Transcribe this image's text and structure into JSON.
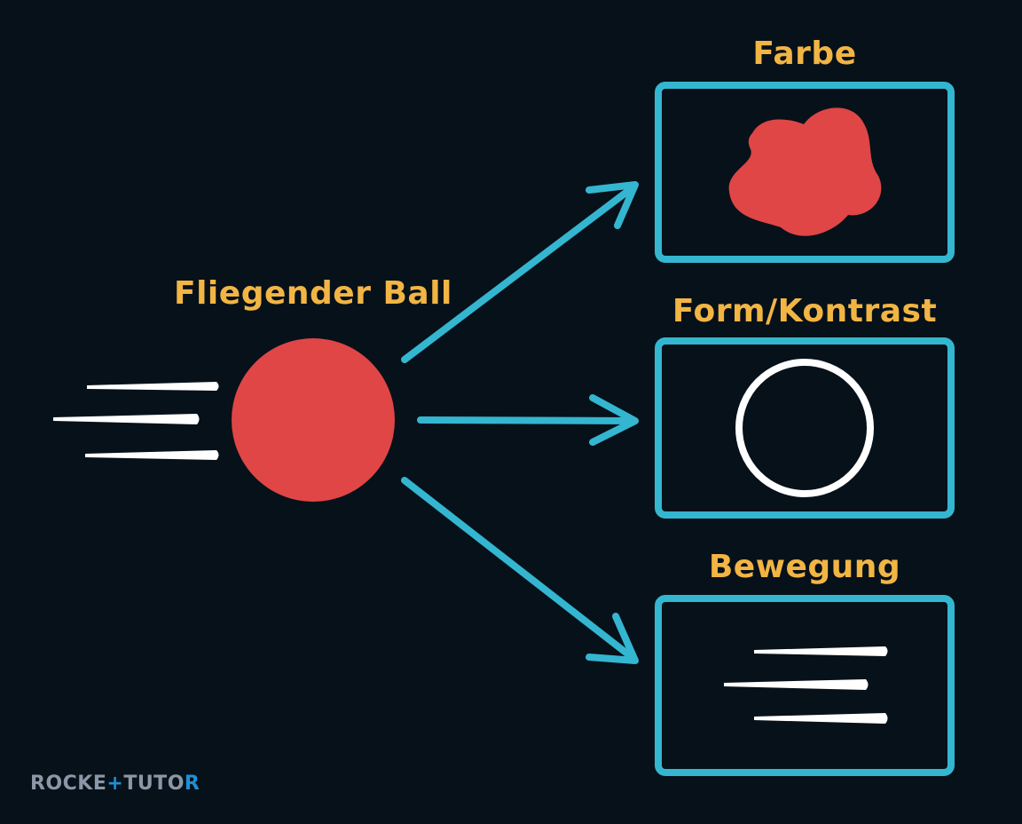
{
  "labels": {
    "ball": "Fliegender Ball",
    "color": "Farbe",
    "shape": "Form/Kontrast",
    "motion": "Bewegung"
  },
  "brand": {
    "part1": "ROCKE",
    "part2": "+",
    "part3": "TUTO",
    "part4": "R"
  },
  "colors": {
    "background": "#07111a",
    "accent": "#34b6d0",
    "ball": "#e04646",
    "label": "#f2b544",
    "line": "#ffffff"
  }
}
